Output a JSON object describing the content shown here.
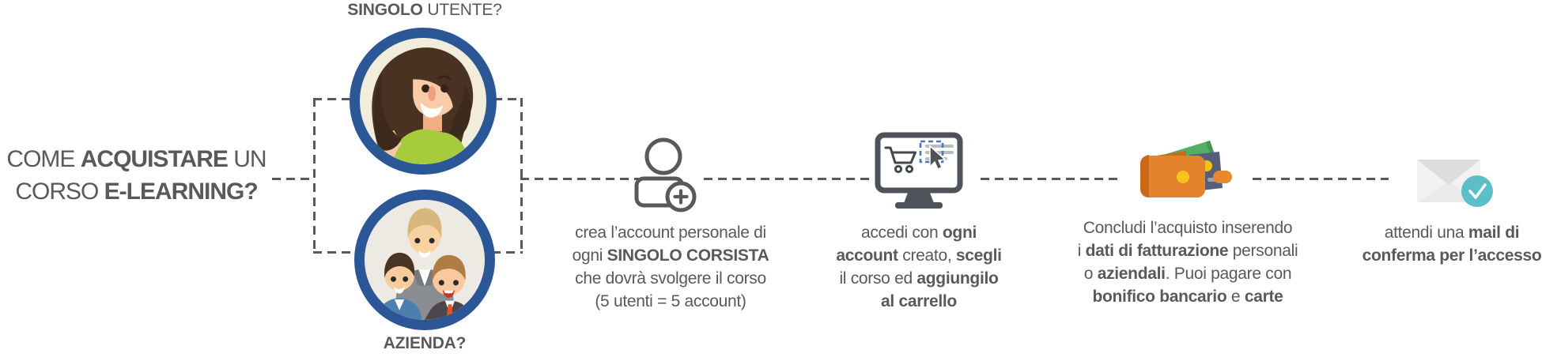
{
  "intro": {
    "lines": [
      [
        {
          "t": "COME "
        },
        {
          "t": "ACQUISTARE",
          "b": true
        },
        {
          "t": " UN"
        }
      ],
      [
        {
          "t": "CORSO "
        },
        {
          "t": "E-LEARNING?",
          "b": true
        }
      ]
    ]
  },
  "branch": {
    "single_user": {
      "label": [
        [
          {
            "t": "SINGOLO",
            "b": true
          },
          {
            "t": " UTENTE?"
          }
        ]
      ],
      "avatar": "woman-avatar"
    },
    "company": {
      "label": [
        [
          {
            "t": "AZIENDA?",
            "b": true
          }
        ]
      ],
      "avatar": "team-avatar"
    }
  },
  "steps": [
    {
      "icon": "add-user-icon",
      "lines": [
        [
          {
            "t": "crea l’account personale di"
          }
        ],
        [
          {
            "t": "ogni "
          },
          {
            "t": "SINGOLO CORSISTA",
            "b": true
          }
        ],
        [
          {
            "t": "che dovrà svolgere il corso"
          }
        ],
        [
          {
            "t": "(5 utenti = 5 account)"
          }
        ]
      ]
    },
    {
      "icon": "monitor-cart-icon",
      "lines": [
        [
          {
            "t": "accedi con "
          },
          {
            "t": "ogni",
            "b": true
          }
        ],
        [
          {
            "t": "account",
            "b": true
          },
          {
            "t": " creato, "
          },
          {
            "t": "scegli",
            "b": true
          }
        ],
        [
          {
            "t": "il corso ed "
          },
          {
            "t": "aggiungilo",
            "b": true
          }
        ],
        [
          {
            "t": "al carrello",
            "b": true
          }
        ]
      ]
    },
    {
      "icon": "wallet-icon",
      "lines": [
        [
          {
            "t": "Concludi l’acquisto inserendo"
          }
        ],
        [
          {
            "t": "i "
          },
          {
            "t": "dati di fatturazione",
            "b": true
          },
          {
            "t": " personali"
          }
        ],
        [
          {
            "t": "o "
          },
          {
            "t": "aziendali",
            "b": true
          },
          {
            "t": ". Puoi pagare con"
          }
        ],
        [
          {
            "t": "bonifico bancario",
            "b": true
          },
          {
            "t": " e "
          },
          {
            "t": "carte",
            "b": true
          }
        ]
      ]
    },
    {
      "icon": "mail-check-icon",
      "lines": [
        [
          {
            "t": "attendi una "
          },
          {
            "t": "mail di",
            "b": true
          }
        ],
        [
          {
            "t": "conferma per l’accesso",
            "b": true
          }
        ]
      ]
    }
  ],
  "colors": {
    "text": "#595959",
    "dash": "#595959",
    "avatar_ring": "#2b5797",
    "teal_check": "#5cbec6",
    "wallet_orange": "#e5832c",
    "top_green": "#a6cb3d",
    "monitor_dark": "#4d5358",
    "cursor_box_blue": "#4a77bd"
  }
}
